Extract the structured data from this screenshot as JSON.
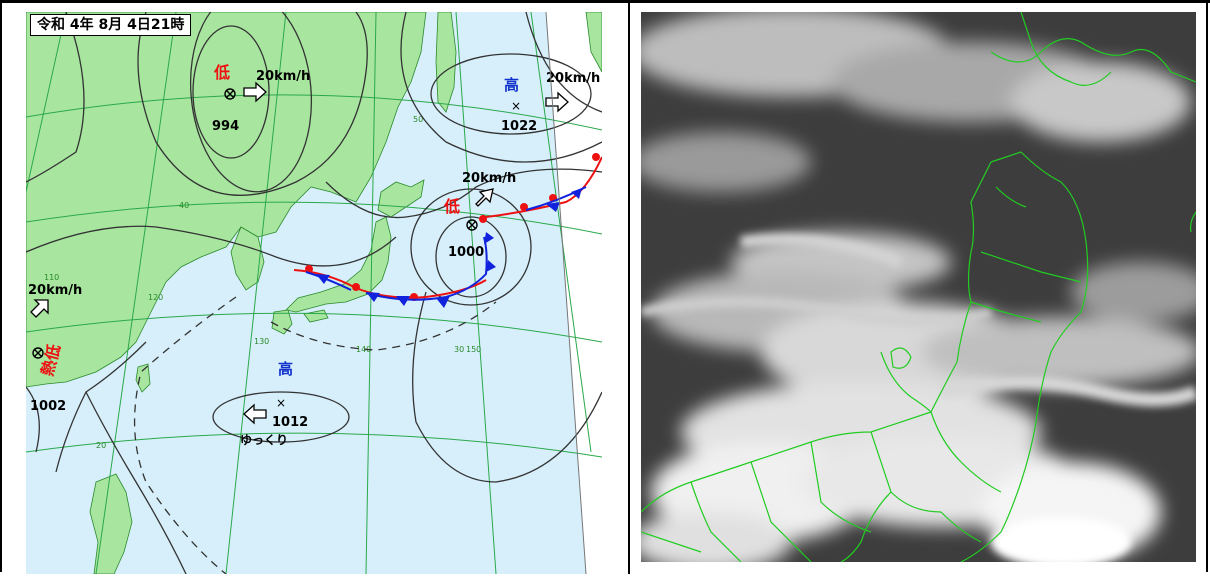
{
  "weather_map": {
    "date_title": "令和 4年 8月 4日21時",
    "systems": [
      {
        "id": "low-north",
        "type_label": "低",
        "pressure": "994",
        "speed": "20km/h"
      },
      {
        "id": "high-northeast",
        "type_label": "高",
        "pressure": "1022",
        "speed": "20km/h"
      },
      {
        "id": "low-east",
        "type_label": "低",
        "pressure": "1000",
        "speed": "20km/h"
      },
      {
        "id": "tropical-low",
        "type_label": "熱低",
        "pressure": "1002",
        "speed": "20km/h"
      },
      {
        "id": "high-south",
        "type_label": "高",
        "pressure": "1012",
        "speed": "ゆっくり"
      }
    ],
    "grid_labels": {
      "lat_50": "50",
      "lat_40": "40",
      "lat_30": "30",
      "lat_20": "20",
      "lon_110": "110",
      "lon_120": "120",
      "lon_130": "130",
      "lon_140": "140",
      "lon_150": "150"
    },
    "colors": {
      "land": "#a8e6a0",
      "sea": "#d6effb",
      "isobar": "#333333",
      "grid": "#2aa84a",
      "warm_front": "#ee1111",
      "cold_front": "#1122dd",
      "low_label": "#ee1111",
      "high_label": "#1133cc"
    }
  },
  "satellite": {
    "colors": {
      "coast": "#22cc22",
      "dark": "#3d3d3d",
      "cloud": "#f2f2f2"
    }
  }
}
